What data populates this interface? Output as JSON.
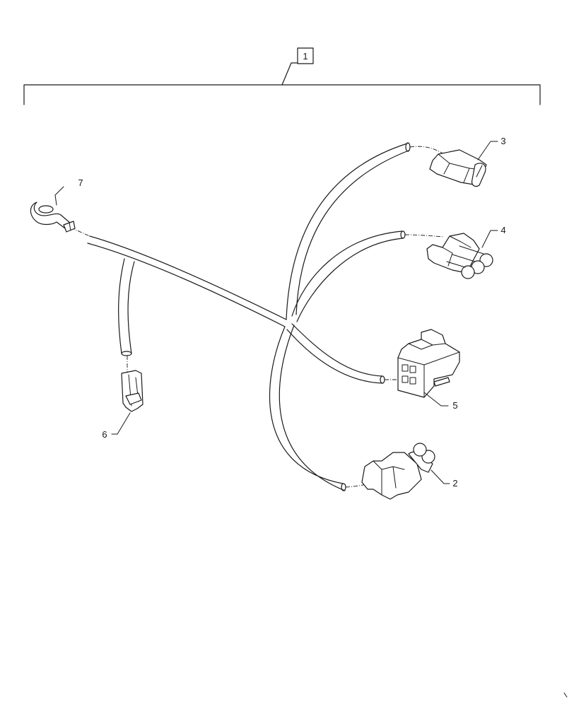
{
  "callouts": {
    "assembly": "1",
    "part_2": "2",
    "part_3": "3",
    "part_4": "4",
    "part_5": "5",
    "part_6": "6",
    "part_7": "7"
  },
  "icons": [
    "ring-terminal-icon",
    "connector-icon"
  ]
}
